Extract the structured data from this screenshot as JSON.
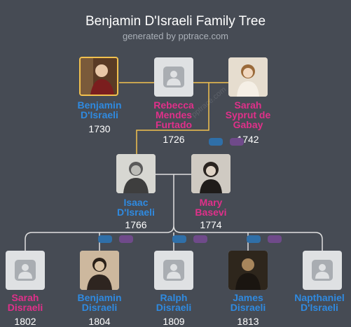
{
  "header": {
    "title": "Benjamin D'Israeli Family Tree",
    "subtitle": "generated by pptrace.com"
  },
  "watermark": "pptrace.com",
  "colors": {
    "background": "#464b54",
    "male": "#2f8ae0",
    "female": "#e0308a",
    "focus_border": "#f2c14e",
    "connector": "#e0e0e0",
    "focus_connector": "#f2c14e"
  },
  "people": {
    "benjamin_sr": {
      "first": "Benjamin",
      "last": "D'Israeli",
      "year": "1730",
      "gender": "male",
      "focus": true,
      "avatar": "portrait-photo"
    },
    "rebecca": {
      "first": "Rebecca",
      "middle": "Mendes",
      "last": "Furtado",
      "year": "1726",
      "gender": "female",
      "avatar": "placeholder-person-icon"
    },
    "sarah_gabay": {
      "first": "Sarah",
      "middle": "Syprut de",
      "last": "Gabay",
      "year": "1742",
      "gender": "female",
      "avatar": "portrait-photo"
    },
    "isaac": {
      "first": "Isaac",
      "last": "D'Israeli",
      "year": "1766",
      "gender": "male",
      "avatar": "portrait-photo"
    },
    "mary": {
      "first": "Mary",
      "last": "Basevi",
      "year": "1774",
      "gender": "female",
      "avatar": "portrait-photo"
    },
    "sarah_d": {
      "first": "Sarah",
      "last": "Disraeli",
      "year": "1802",
      "gender": "female",
      "avatar": "placeholder-person-icon"
    },
    "benjamin_jr": {
      "first": "Benjamin",
      "last": "Disraeli",
      "year": "1804",
      "gender": "male",
      "avatar": "portrait-photo"
    },
    "ralph": {
      "first": "Ralph",
      "last": "Disraeli",
      "year": "1809",
      "gender": "male",
      "avatar": "placeholder-person-icon"
    },
    "james": {
      "first": "James",
      "last": "Disraeli",
      "year": "1813",
      "gender": "male",
      "avatar": "portrait-photo"
    },
    "napthaniel": {
      "first": "Napthaniel",
      "last": "D'Israeli",
      "year": "",
      "gender": "male",
      "avatar": "placeholder-person-icon"
    }
  }
}
